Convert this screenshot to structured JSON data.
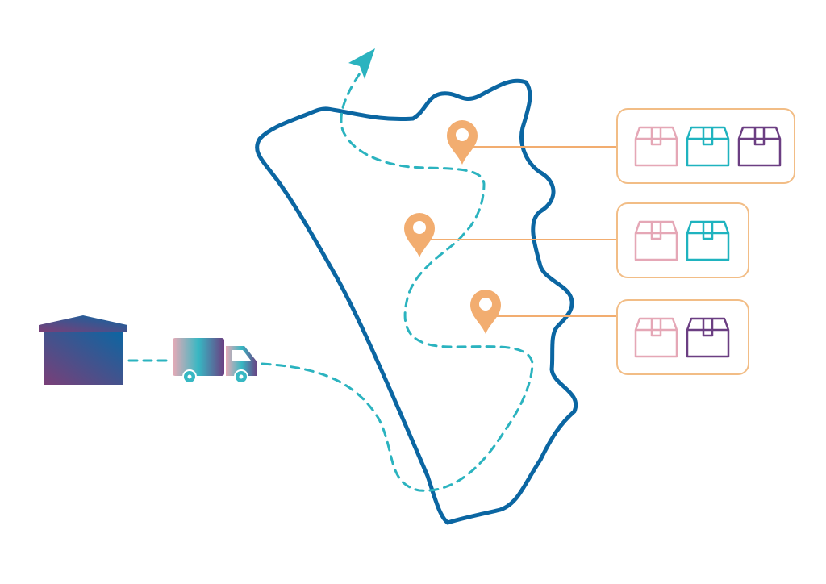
{
  "colors": {
    "region_outline": "#0b66a2",
    "route": "#2bb3bf",
    "pin": "#f2ad70",
    "panel_border": "#f2bd86",
    "connector": "#f2ad70",
    "box_pink": "#e5a7b6",
    "box_teal": "#1fb3bf",
    "box_purple": "#6b3e82",
    "warehouse_top": "#0b66a2",
    "warehouse_bottom": "#7a3f78",
    "truck_pink": "#e8a9b6",
    "truck_teal": "#37b8c3",
    "truck_purple": "#6b3e82"
  },
  "icons": {
    "warehouse": "warehouse-icon",
    "truck": "delivery-truck-icon",
    "pin": "map-pin-icon",
    "box": "package-box-icon",
    "arrow": "direction-arrow-icon"
  },
  "stops": [
    {
      "id": "stop-1",
      "packages": [
        "pink",
        "teal",
        "purple"
      ]
    },
    {
      "id": "stop-2",
      "packages": [
        "pink",
        "teal"
      ]
    },
    {
      "id": "stop-3",
      "packages": [
        "pink",
        "purple"
      ]
    }
  ]
}
